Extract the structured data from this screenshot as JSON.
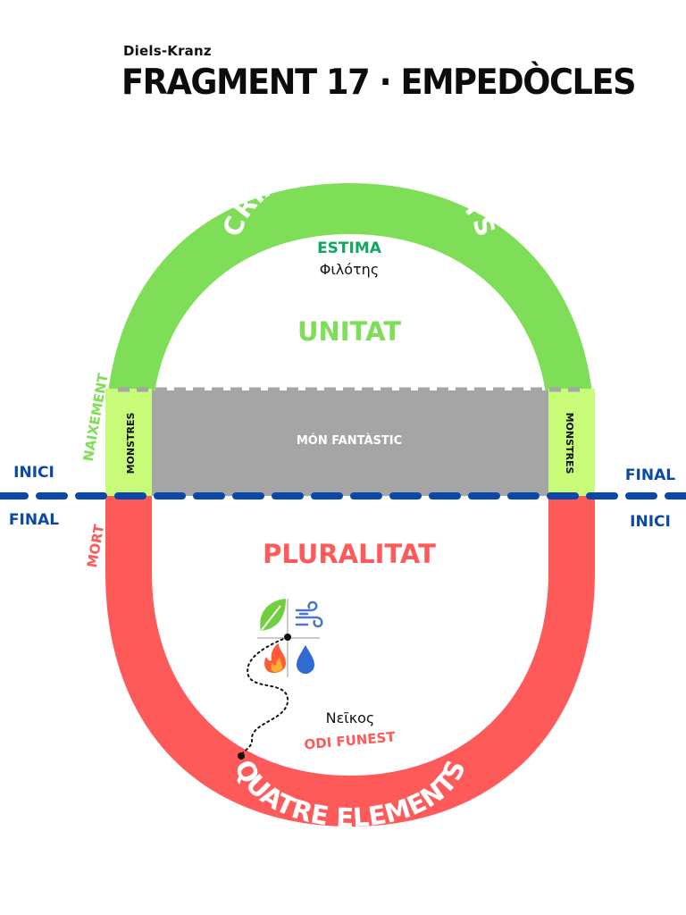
{
  "header": {
    "subtitle": "Diels-Kranz",
    "title": "FRAGMENT 17 · EMPEDÒCLES"
  },
  "diagram": {
    "top_arc_label": "CRIATURES VIVENTS",
    "bottom_arc_label": "QUATRE ELEMENTS",
    "love_label": "ESTIMA",
    "love_greek": "Φιλότης",
    "unity_label": "UNITAT",
    "fantastic_world_label": "MÓN FANTÀSTIC",
    "monsters_left": "MONSTRES",
    "monsters_right": "MONSTRES",
    "plurality_label": "PLURALITAT",
    "strife_greek": "Νεῖκος",
    "strife_label": "ODI FUNEST",
    "birth_label": "NAIXEMENT",
    "death_label": "MORT",
    "left_upper_label": "INICI",
    "left_lower_label": "FINAL",
    "right_upper_label": "FINAL",
    "right_lower_label": "INICI",
    "element_icons": [
      "leaf-icon",
      "wind-icon",
      "fire-icon",
      "water-drop-icon"
    ]
  },
  "colors": {
    "green": "#7ede57",
    "light_green": "#c7fb78",
    "red": "#fe5a5a",
    "gray": "#a5a5a5",
    "blue_line": "#0a49a8",
    "teal_text": "#0ea861"
  }
}
